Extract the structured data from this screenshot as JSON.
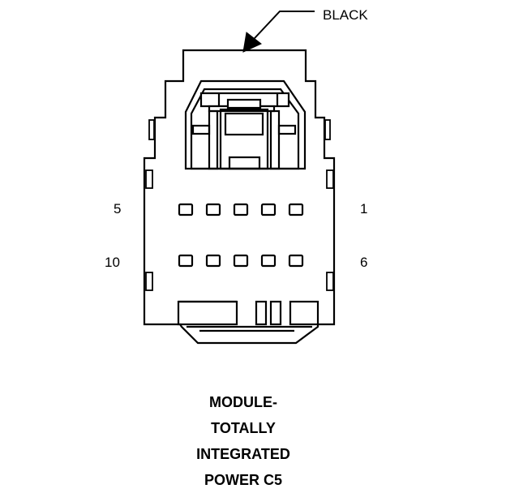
{
  "connector": {
    "color_label": "BLACK",
    "title_lines": [
      "MODULE-",
      "TOTALLY",
      "INTEGRATED",
      "POWER C5"
    ],
    "pin_labels": {
      "row1_left": "5",
      "row1_right": "1",
      "row2_left": "10",
      "row2_right": "6"
    },
    "cavity_rows": 2,
    "cavities_per_row": 5
  }
}
